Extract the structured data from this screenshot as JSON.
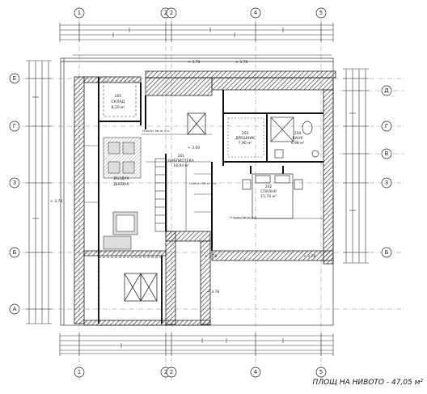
{
  "title": "ПЛОЩ НА НИВОТО - 47,05 м²",
  "grid": {
    "top_labels": [
      "1",
      "2",
      "4",
      "5"
    ],
    "bottom_labels": [
      "1",
      "2",
      "4",
      "5"
    ],
    "mid_top_labels": [
      "2",
      "2"
    ],
    "mid_bottom_labels": [
      "2",
      "2"
    ],
    "left_labels": [
      "Е",
      "Г",
      "3",
      "Б",
      "А"
    ],
    "right_labels": [
      "Д",
      "Г",
      "В",
      "3",
      "Б"
    ]
  },
  "rooms": [
    {
      "name": "СКЛАД",
      "num": "205",
      "area": "8,20 м²"
    },
    {
      "name": "БИБЛИОТЕКА",
      "num": "201",
      "area": "18,94 м²"
    },
    {
      "name": "ДРЕШНИК",
      "num": "203",
      "area": "7,90 м²"
    },
    {
      "name": "БАНЯ",
      "num": "204",
      "area": "4,98 м²"
    },
    {
      "name": "СПАЛНЯ",
      "num": "202",
      "area": "15,74 м²"
    },
    {
      "name": "ВЪЗДУХ",
      "sub": "ДНЕВНА"
    }
  ],
  "levels": [
    "+ 3.78",
    "+ 3.78",
    "+ 3.78",
    "+ 3.78",
    "+ 3.78",
    "+ 3.78",
    "+ 3.00"
  ],
  "notes": [
    "Н.кота=3м от п.п.",
    "Н.кота=3м от п.п.",
    "Н.кота=3м от п.п."
  ]
}
